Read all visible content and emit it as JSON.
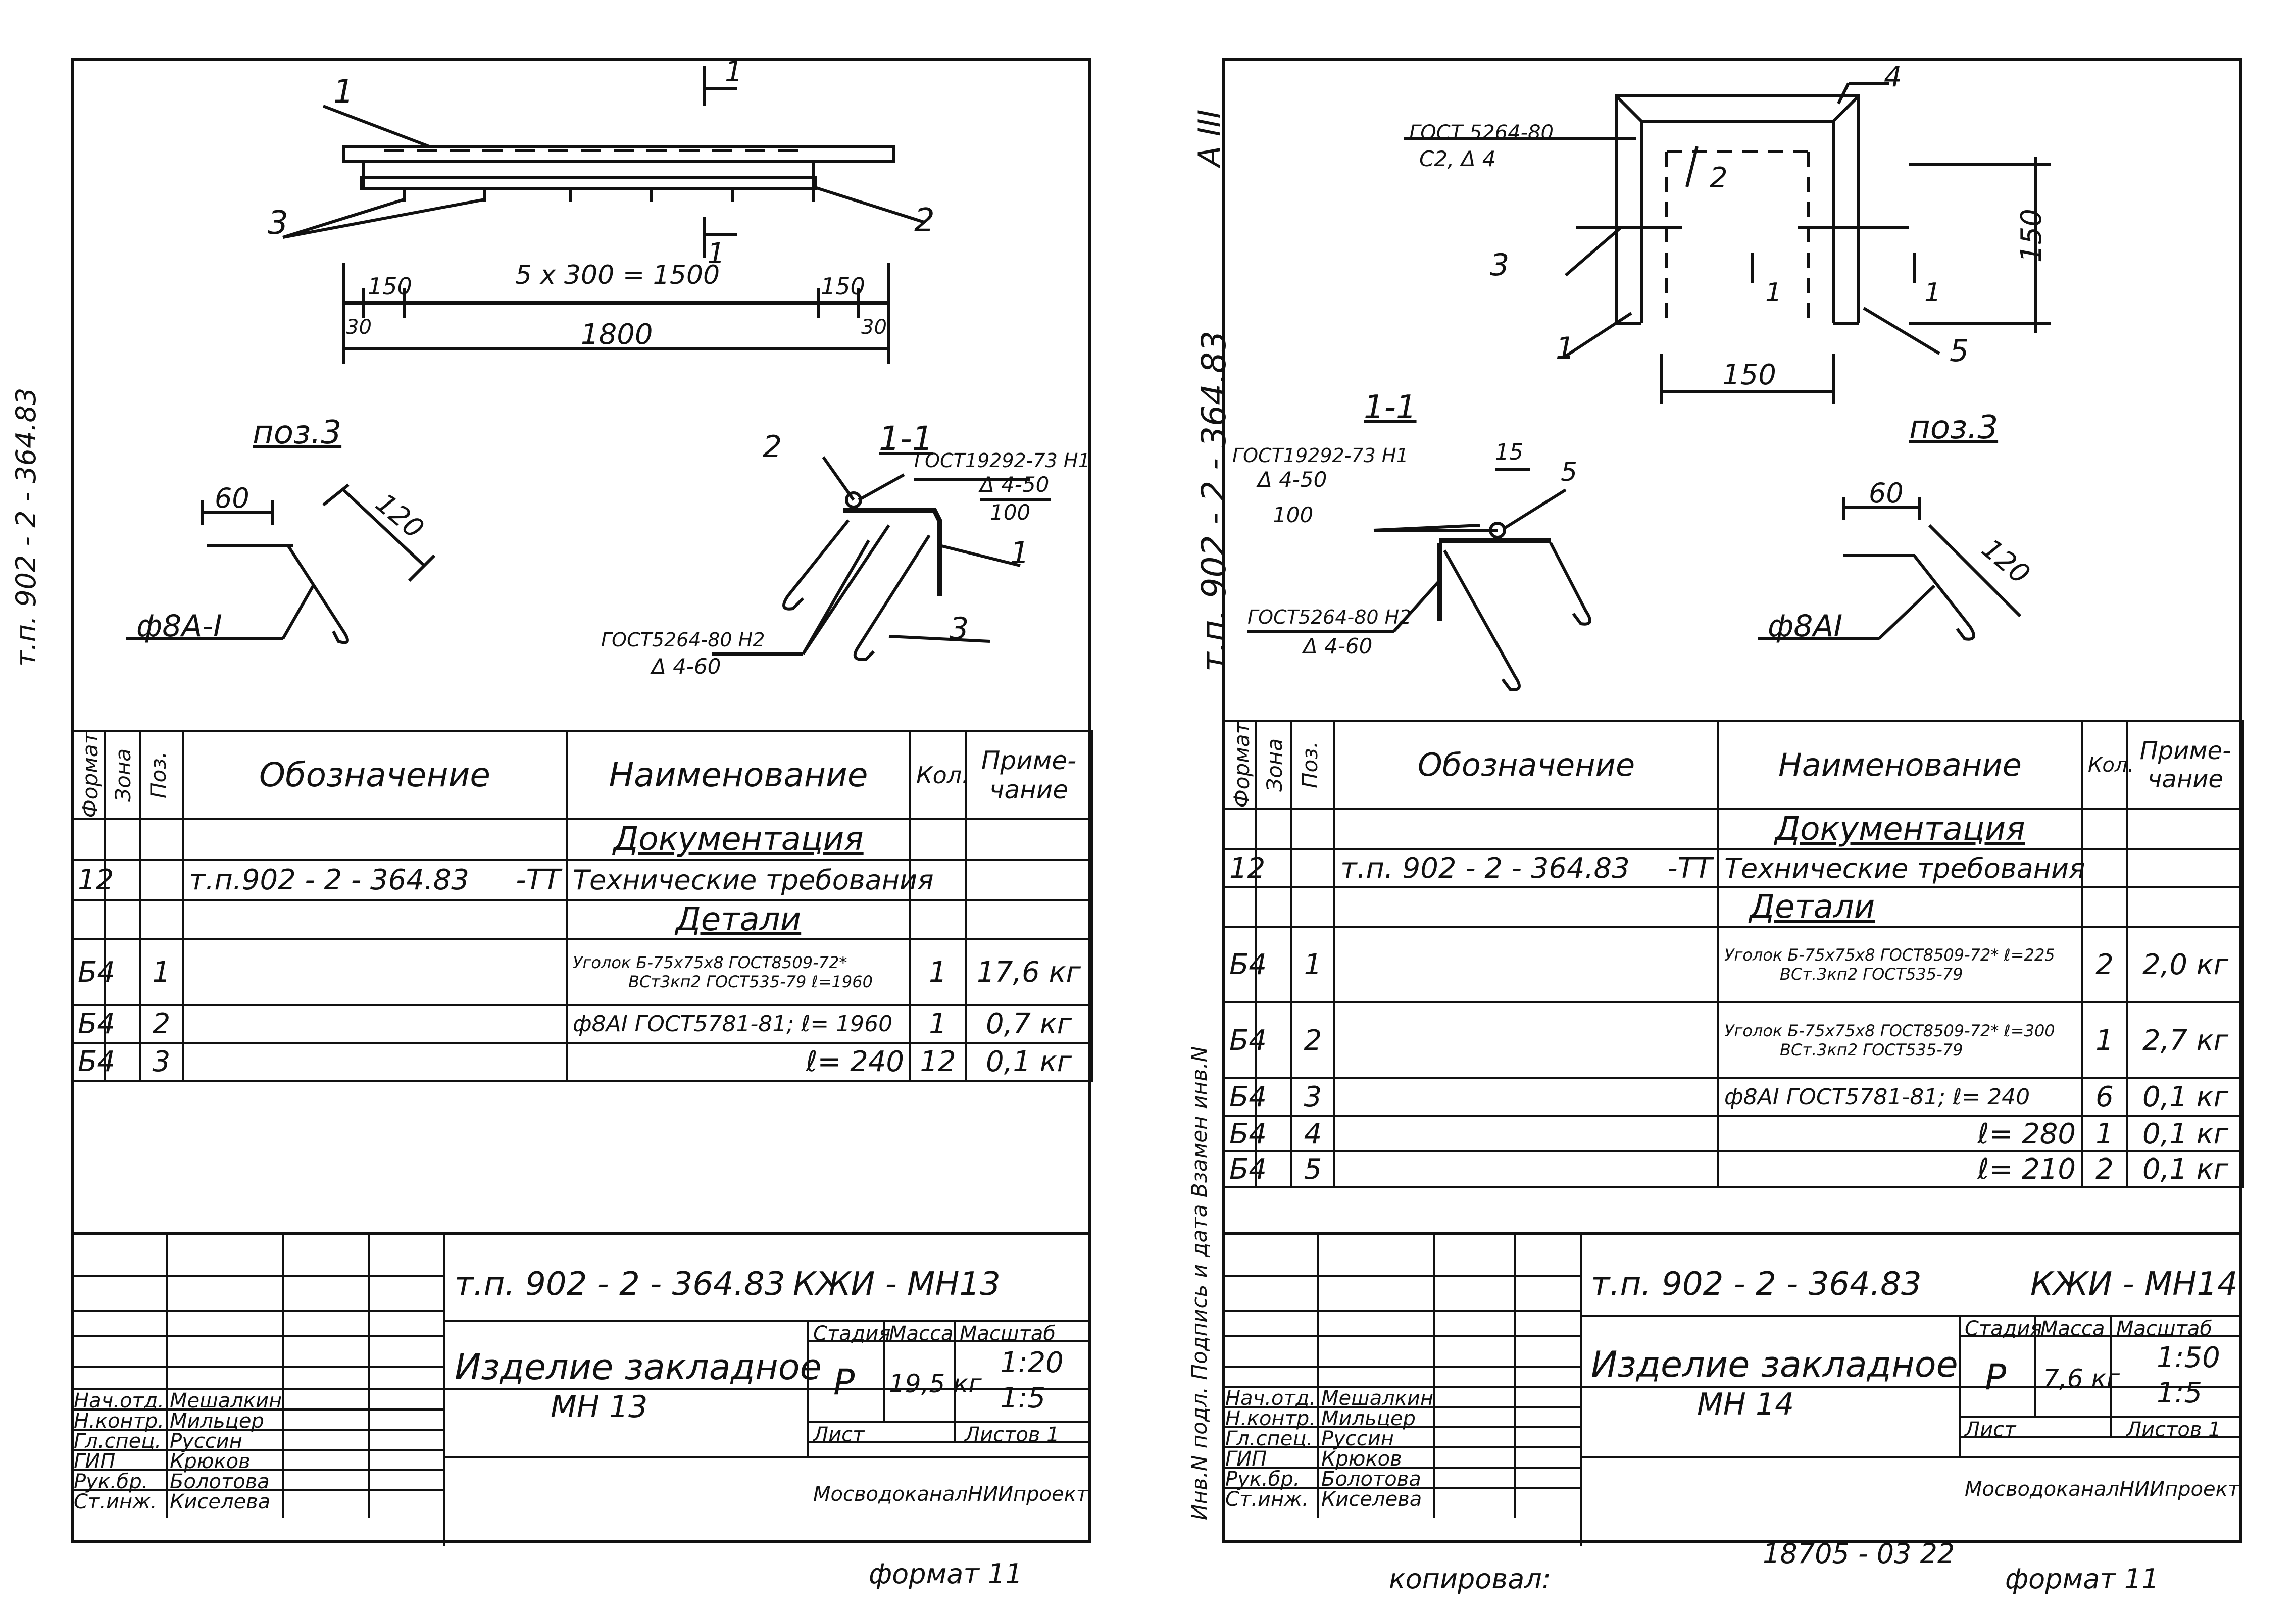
{
  "left_sheet": {
    "side_margin_text": "т.п. 902 - 2 - 364.83",
    "drawing": {
      "leaders": [
        "1",
        "1",
        "3",
        "2",
        "1"
      ],
      "dims": [
        "150",
        "5 x 300 = 1500",
        "150",
        "30",
        "1800",
        "30"
      ],
      "pos3_title": "поз.3",
      "pos3_dims": [
        "60",
        "120"
      ],
      "pos3_bar": "ф8А-I",
      "section_title": "1-1",
      "section_leaders": [
        "2",
        "1",
        "3"
      ],
      "weld1": [
        "ГОСТ19292-73 Н1",
        "Δ 4-50",
        "100"
      ],
      "weld2": [
        "ГОСТ5264-80 Н2",
        "Δ 4-60"
      ]
    },
    "spec": {
      "headers": [
        "Формат",
        "Зона",
        "Поз.",
        "Обозначение",
        "Наименование",
        "Кол.",
        "Приме-чание"
      ],
      "section_doc": "Документация",
      "doc_row": {
        "format": "12",
        "designation": "т.п.902 - 2 - 364.83",
        "suffix": "-ТТ",
        "name": "Технические требования"
      },
      "section_parts": "Детали",
      "rows": [
        {
          "format": "Б4",
          "pos": "1",
          "name_a": "Уголок",
          "name_b": "Б-75х75х8 ГОСТ8509-72*",
          "name_c": "ВСт3кп2 ГОСТ535-79",
          "name_d": "ℓ=1960",
          "qty": "1",
          "note": "17,6 кг"
        },
        {
          "format": "Б4",
          "pos": "2",
          "name_a": "ф8АI ГОСТ5781-81; ℓ= 1960",
          "qty": "1",
          "note": "0,7 кг"
        },
        {
          "format": "Б4",
          "pos": "3",
          "name_a": "ℓ= 240",
          "qty": "12",
          "note": "0,1 кг"
        }
      ]
    },
    "title_block": {
      "code": "т.п. 902 - 2 - 364.83",
      "mark": "КЖИ - МН13",
      "name": "Изделие закладное",
      "name2": "МН 13",
      "stage_h": "Стадия",
      "mass_h": "Масса",
      "scale_h": "Масштаб",
      "stage": "Р",
      "mass": "19,5 кг",
      "scale1": "1:20",
      "scale2": "1:5",
      "sheet": "Лист",
      "sheets": "Листов 1",
      "org": "МосводоканалНИИпроект",
      "roles": [
        "Нач.отд.",
        "Н.контр.",
        "Гл.спец.",
        "ГИП",
        "Рук.бр.",
        "Ст.инж."
      ],
      "names": [
        "Мешалкин",
        "Мильцер",
        "Руссин",
        "Крюков",
        "Болотова",
        "Киселева"
      ]
    },
    "format_note": "формат 11"
  },
  "right_sheet": {
    "corner_mark": "А III",
    "side_code": "т.п. 902 - 2 - 364.83",
    "side_stamp": "Инв.N подл. Подпись и дата Взамен инв.N",
    "drawing": {
      "weld_top": [
        "ГОСТ 5264-80",
        "С2, Δ 4"
      ],
      "leaders": [
        "4",
        "2",
        "3",
        "1",
        "5",
        "1",
        "1"
      ],
      "dims": [
        "150",
        "150"
      ],
      "section_title": "1-1",
      "weld1": [
        "ГОСТ19292-73 Н1",
        "Δ 4-50",
        "100"
      ],
      "weld2": [
        "ГОСТ5264-80 Н2",
        "Δ 4-60"
      ],
      "sec_dims": [
        "15",
        "5"
      ],
      "pos3_title": "поз.3",
      "pos3_dims": [
        "60",
        "120"
      ],
      "pos3_bar": "ф8АI"
    },
    "spec": {
      "headers": [
        "Формат",
        "Зона",
        "Поз.",
        "Обозначение",
        "Наименование",
        "Кол.",
        "Приме-чание"
      ],
      "section_doc": "Документация",
      "doc_row": {
        "format": "12",
        "designation": "т.п. 902 - 2 - 364.83",
        "suffix": "-ТТ",
        "name": "Технические требования"
      },
      "section_parts": "Детали",
      "rows": [
        {
          "format": "Б4",
          "pos": "1",
          "name_a": "Уголок",
          "name_b": "Б-75х75х8 ГОСТ8509-72*",
          "name_c": "ВСт.3кп2 ГОСТ535-79",
          "name_d": "ℓ=225",
          "qty": "2",
          "note": "2,0 кг"
        },
        {
          "format": "Б4",
          "pos": "2",
          "name_a": "Уголок",
          "name_b": "Б-75х75х8 ГОСТ8509-72*",
          "name_c": "ВСт.3кп2 ГОСТ535-79",
          "name_d": "ℓ=300",
          "qty": "1",
          "note": "2,7 кг"
        },
        {
          "format": "Б4",
          "pos": "3",
          "name_a": "ф8АI ГОСТ5781-81; ℓ= 240",
          "qty": "6",
          "note": "0,1 кг"
        },
        {
          "format": "Б4",
          "pos": "4",
          "name_a": "ℓ= 280",
          "qty": "1",
          "note": "0,1 кг"
        },
        {
          "format": "Б4",
          "pos": "5",
          "name_a": "ℓ= 210",
          "qty": "2",
          "note": "0,1 кг"
        }
      ]
    },
    "title_block": {
      "code": "т.п. 902 - 2 - 364.83",
      "mark": "КЖИ - МН14",
      "name": "Изделие закладное",
      "name2": "МН 14",
      "stage_h": "Стадия",
      "mass_h": "Масса",
      "scale_h": "Масштаб",
      "stage": "Р",
      "mass": "7,6 кг",
      "scale1": "1:50",
      "scale2": "1:5",
      "sheet": "Лист",
      "sheets": "Листов 1",
      "org": "МосводоканалНИИпроект",
      "roles": [
        "Нач.отд.",
        "Н.контр.",
        "Гл.спец.",
        "ГИП",
        "Рук.бр.",
        "Ст.инж."
      ],
      "names": [
        "Мешалкин",
        "Мильцер",
        "Руссин",
        "Крюков",
        "Болотова",
        "Киселева"
      ]
    },
    "bottom_code": "18705 - 03   22",
    "copied": "копировал: ",
    "format_note": "формат 11"
  }
}
